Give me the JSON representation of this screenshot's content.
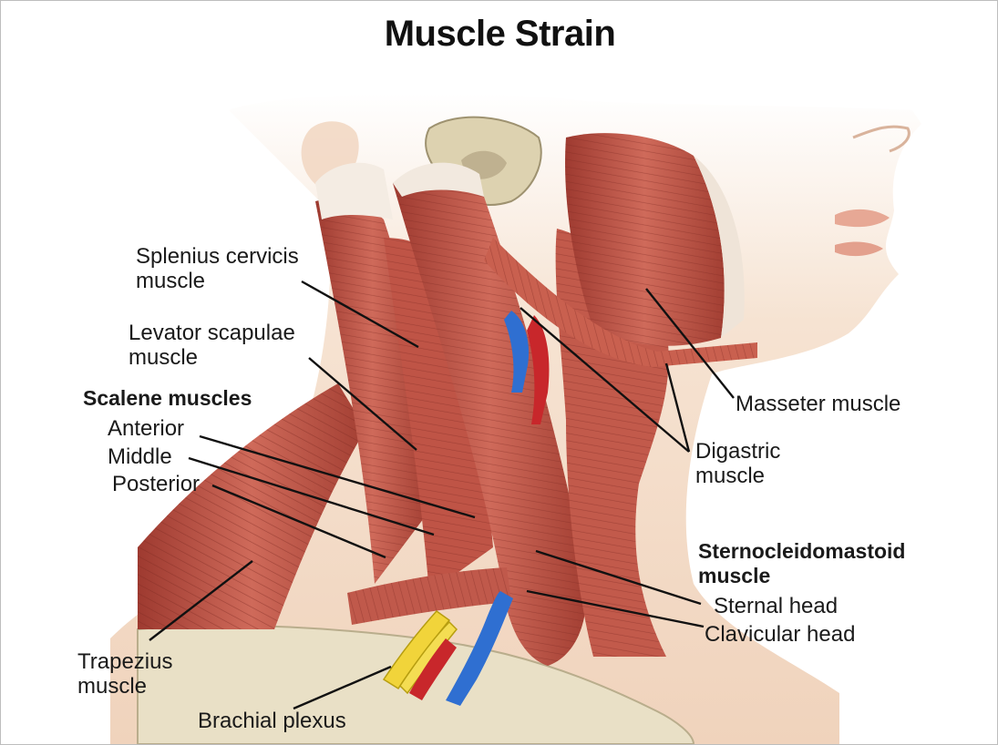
{
  "title": "Muscle Strain",
  "colors": {
    "muscle": "#b5473a",
    "muscle_light": "#d37a6a",
    "skin": "#f4dcc7",
    "bone": "#e6dcc0",
    "vein": "#2f6fd1",
    "artery": "#c8272b",
    "nerve": "#f1d43a",
    "line": "#111111"
  },
  "labels": {
    "splenius_1": "Splenius cervicis",
    "splenius_2": "muscle",
    "levator_1": "Levator scapulae",
    "levator_2": "muscle",
    "scalene_heading": "Scalene muscles",
    "anterior": "Anterior",
    "middle": "Middle",
    "posterior": "Posterior",
    "trapezius_1": "Trapezius",
    "trapezius_2": "muscle",
    "brachial": "Brachial plexus",
    "masseter": "Masseter muscle",
    "digastric_1": "Digastric",
    "digastric_2": "muscle",
    "scm_1": "Sternocleidomastoid",
    "scm_2": "muscle",
    "sternal": "Sternal head",
    "clavicular": "Clavicular head"
  }
}
